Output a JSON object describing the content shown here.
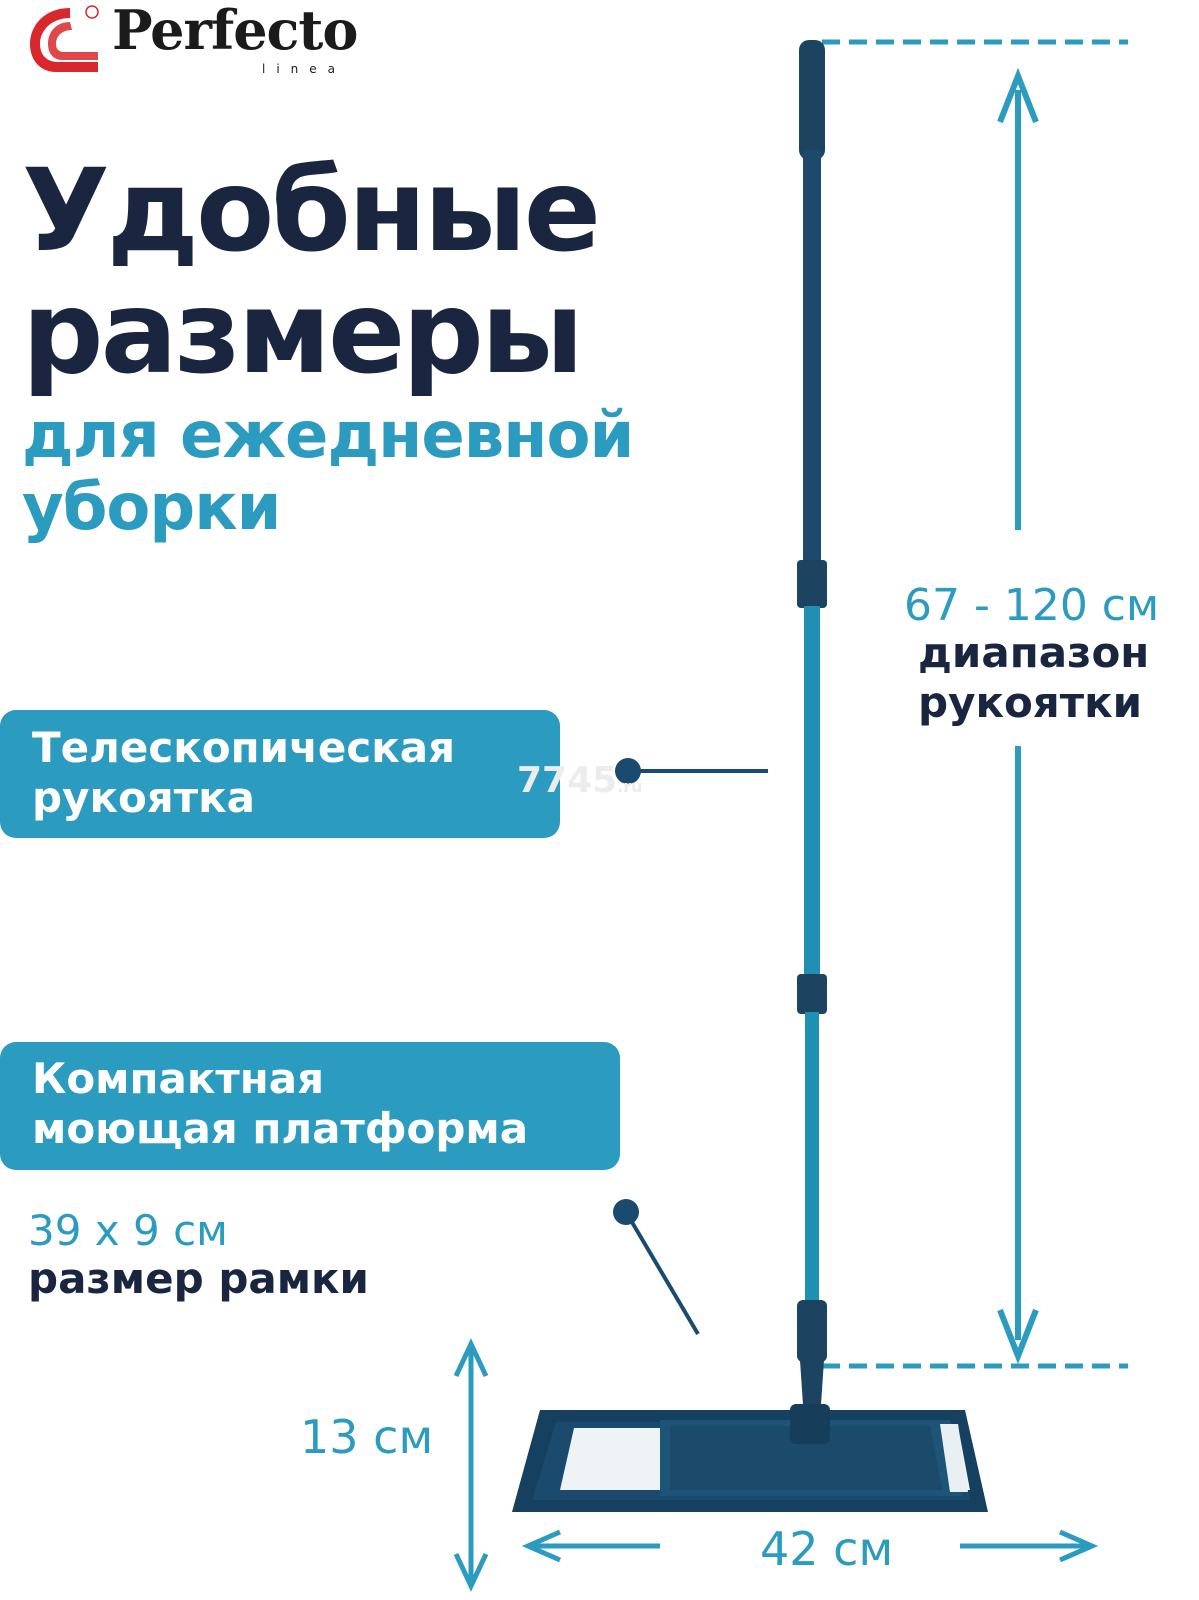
{
  "brand": {
    "name": "Perfecto",
    "sub": "linea",
    "registered": "®"
  },
  "headline": {
    "line1": "Удобные",
    "line2": "размеры"
  },
  "subheadline": {
    "line1": "для ежедневной",
    "line2": "уборки"
  },
  "callouts": {
    "handle": {
      "line1": "Телескопическая",
      "line2": "рукоятка"
    },
    "platform": {
      "line1": "Компактная",
      "line2": "моющая платформа"
    }
  },
  "frame_size": {
    "value": "39 х 9 см",
    "label": "размер рамки"
  },
  "handle_range": {
    "value": "67 - 120 см",
    "label1": "диапазон",
    "label2": "рукоятки"
  },
  "dimensions": {
    "height": "13 см",
    "width": "42 см"
  },
  "watermark": {
    "text": "7745",
    "suffix": ".ru"
  },
  "colors": {
    "accent": "#2b9bbf",
    "dark": "#1a2540",
    "mop": "#14405e",
    "logo": "#d8282c"
  }
}
